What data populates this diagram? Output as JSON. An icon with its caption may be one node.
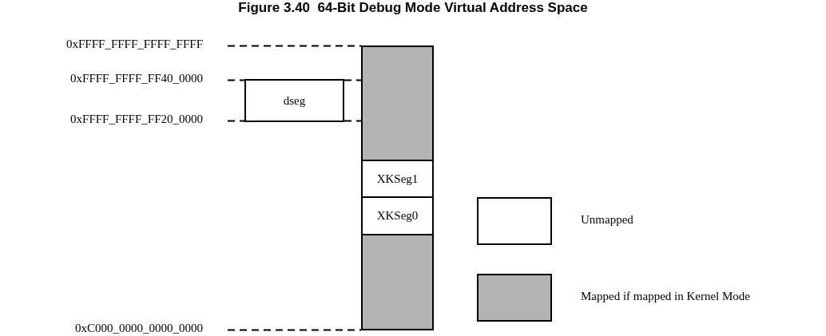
{
  "diagram": {
    "title": "Figure 3.40  64-Bit Debug Mode Virtual Address Space",
    "nodes": [
      {
        "text": [],
        "shape": "box"
      },
      {
        "text": [
          "dseg"
        ]
      },
      {
        "text": [
          "XKSeg1"
        ]
      },
      {
        "text": [
          "XKSeg0"
        ]
      },
      {
        "text": [],
        "shape": "box"
      }
    ],
    "labels": [
      "0xFFFF_FFFF_FFFF_FFFF",
      "0xFFFF_FFFF_FF40_0000",
      "0xFFFF_FFFF_FF20_0000",
      "0xC000_0000_0000_0000"
    ],
    "legend": [
      {
        "text": "Unmapped",
        "color": "#ffffff"
      },
      {
        "text": "Mapped if mapped in Kernel Mode",
        "color": "#b3b3b3"
      }
    ]
  }
}
